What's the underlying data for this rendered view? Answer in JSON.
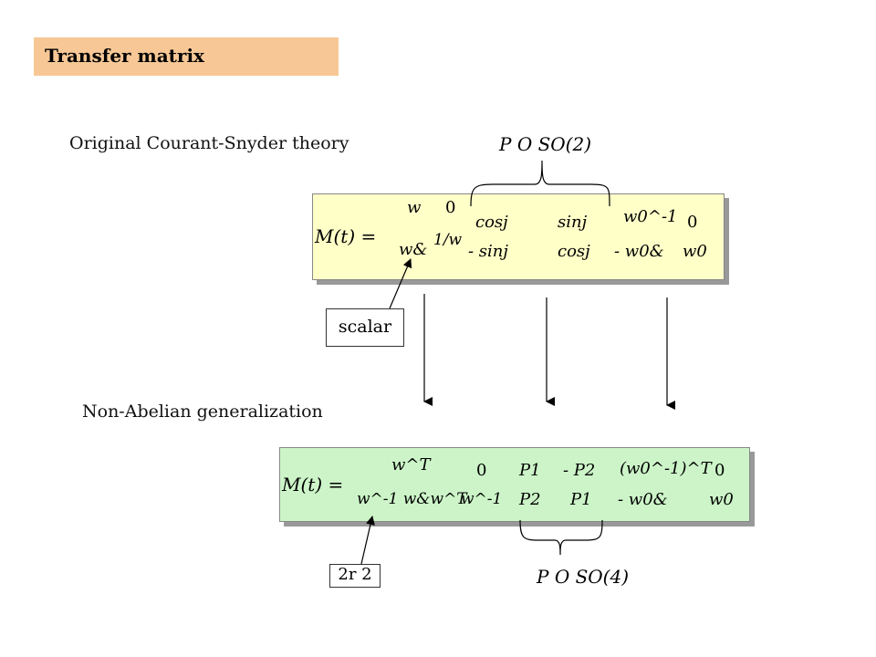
{
  "title": "Transfer matrix",
  "sections": {
    "original": "Original Courant-Snyder theory",
    "generalized": "Non-Abelian generalization"
  },
  "labels": {
    "scalar": "scalar",
    "two_by_two": "2r 2",
    "group_top": "P O SO(2)",
    "group_bottom": "P O SO(4)"
  },
  "matrix_top": {
    "lhs": "M(t) =",
    "m1": [
      "w",
      "0",
      "w&",
      "1/w"
    ],
    "rotation": [
      "cosj",
      "sinj",
      "- sinj",
      "cosj"
    ],
    "m3": [
      "w0^-1",
      "0",
      "- w0&",
      "w0"
    ]
  },
  "matrix_bottom": {
    "lhs": "M(t) =",
    "m1": [
      "w^T",
      "0",
      "w^-1 w&w^T",
      "w^-1"
    ],
    "rotation": [
      "P1",
      "- P2",
      "P2",
      "P1"
    ],
    "m3": [
      "(w0^-1)^T",
      "0",
      "- w0&",
      "w0"
    ]
  },
  "colors": {
    "title_bg": "#f7c896",
    "top_matrix_bg": "#ffffc8",
    "bottom_matrix_bg": "#ccf4c8"
  }
}
